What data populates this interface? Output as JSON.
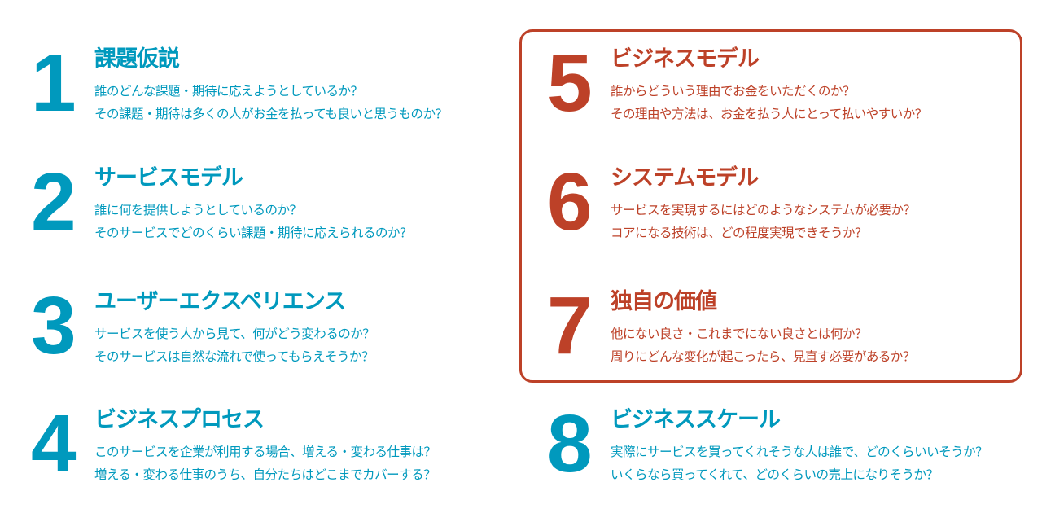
{
  "colors": {
    "blue": "#0099bd",
    "red": "#bd4128"
  },
  "items": [
    {
      "num": "1",
      "title": "課題仮説",
      "lines": [
        "誰のどんな課題・期待に応えようとしているか？",
        "その課題・期待は多くの人がお金を払っても良いと思うものか？"
      ]
    },
    {
      "num": "2",
      "title": "サービスモデル",
      "lines": [
        "誰に何を提供しようとしているのか？",
        "そのサービスでどのくらい課題・期待に応えられるのか？"
      ]
    },
    {
      "num": "3",
      "title": "ユーザーエクスペリエンス",
      "lines": [
        "サービスを使う人から見て、何がどう変わるのか？",
        "そのサービスは自然な流れで使ってもらえそうか？"
      ]
    },
    {
      "num": "4",
      "title": "ビジネスプロセス",
      "lines": [
        "このサービスを企業が利用する場合、増える・変わる仕事は？",
        "増える・変わる仕事のうち、自分たちはどこまでカバーする？"
      ]
    },
    {
      "num": "5",
      "title": "ビジネスモデル",
      "lines": [
        "誰からどういう理由でお金をいただくのか？",
        "その理由や方法は、お金を払う人にとって払いやすいか？"
      ]
    },
    {
      "num": "6",
      "title": "システムモデル",
      "lines": [
        "サービスを実現するにはどのようなシステムが必要か？",
        "コアになる技術は、どの程度実現できそうか？"
      ]
    },
    {
      "num": "7",
      "title": "独自の価値",
      "lines": [
        "他にない良さ・これまでにない良さとは何か？",
        "周りにどんな変化が起こったら、見直す必要があるか？"
      ]
    },
    {
      "num": "8",
      "title": "ビジネススケール",
      "lines": [
        "実際にサービスを買ってくれそうな人は誰で、どのくらいいそうか？",
        "いくらなら買ってくれて、どのくらいの売上になりそうか？"
      ]
    }
  ]
}
